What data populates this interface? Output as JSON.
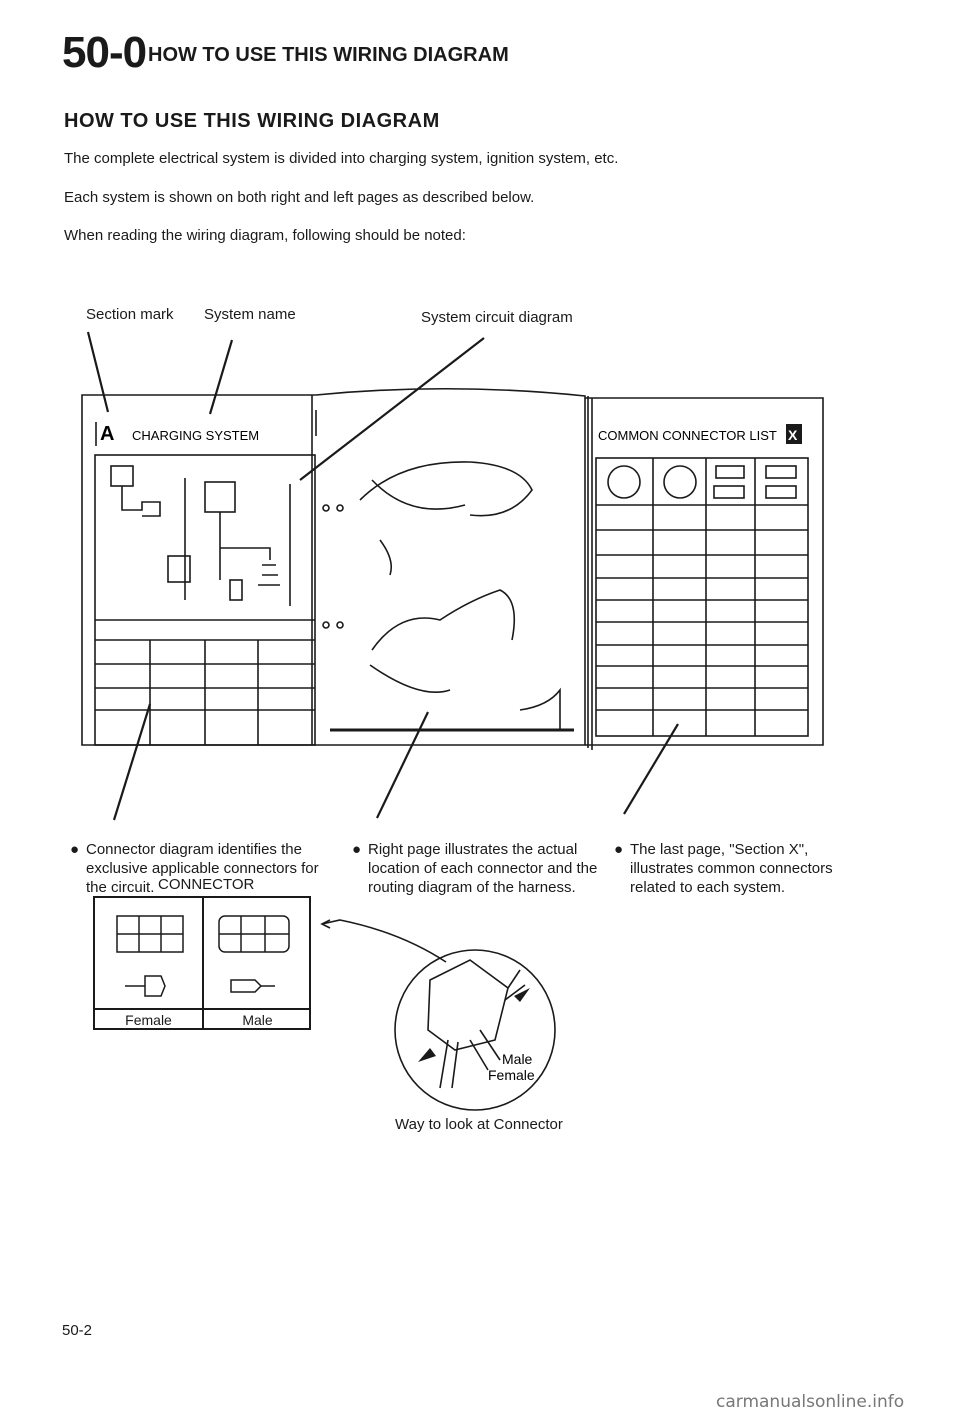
{
  "header": {
    "section_number": "50-0",
    "title": "HOW TO USE THIS WIRING DIAGRAM"
  },
  "section_title": "HOW TO USE THIS WIRING DIAGRAM",
  "paragraphs": [
    "The complete electrical system is divided into charging system, ignition system, etc.",
    "Each system is shown on both right and left pages as described below.",
    "When reading the wiring diagram, following should be noted:"
  ],
  "labels": {
    "section_mark": "Section mark",
    "system_name": "System name",
    "system_circuit_diagram": "System circuit diagram"
  },
  "left_page": {
    "section_letter": "A",
    "system_title": "CHARGING SYSTEM"
  },
  "right_page": {
    "list_title": "COMMON CONNECTOR LIST",
    "section_letter": "X"
  },
  "bullets": [
    "Connector diagram identifies the exclusive applicable connectors for the circuit.",
    "Right page illustrates the actual location of each connector and the routing diagram of the harness.",
    "The last page, \"Section X\", illustrates common connectors related to each system."
  ],
  "connector": {
    "title": "CONNECTOR",
    "female": "Female",
    "male": "Male"
  },
  "detail": {
    "male": "Male",
    "female": "Female",
    "caption": "Way to look at Connector"
  },
  "page_number": "50-2",
  "watermark": "carmanualsonline.info"
}
